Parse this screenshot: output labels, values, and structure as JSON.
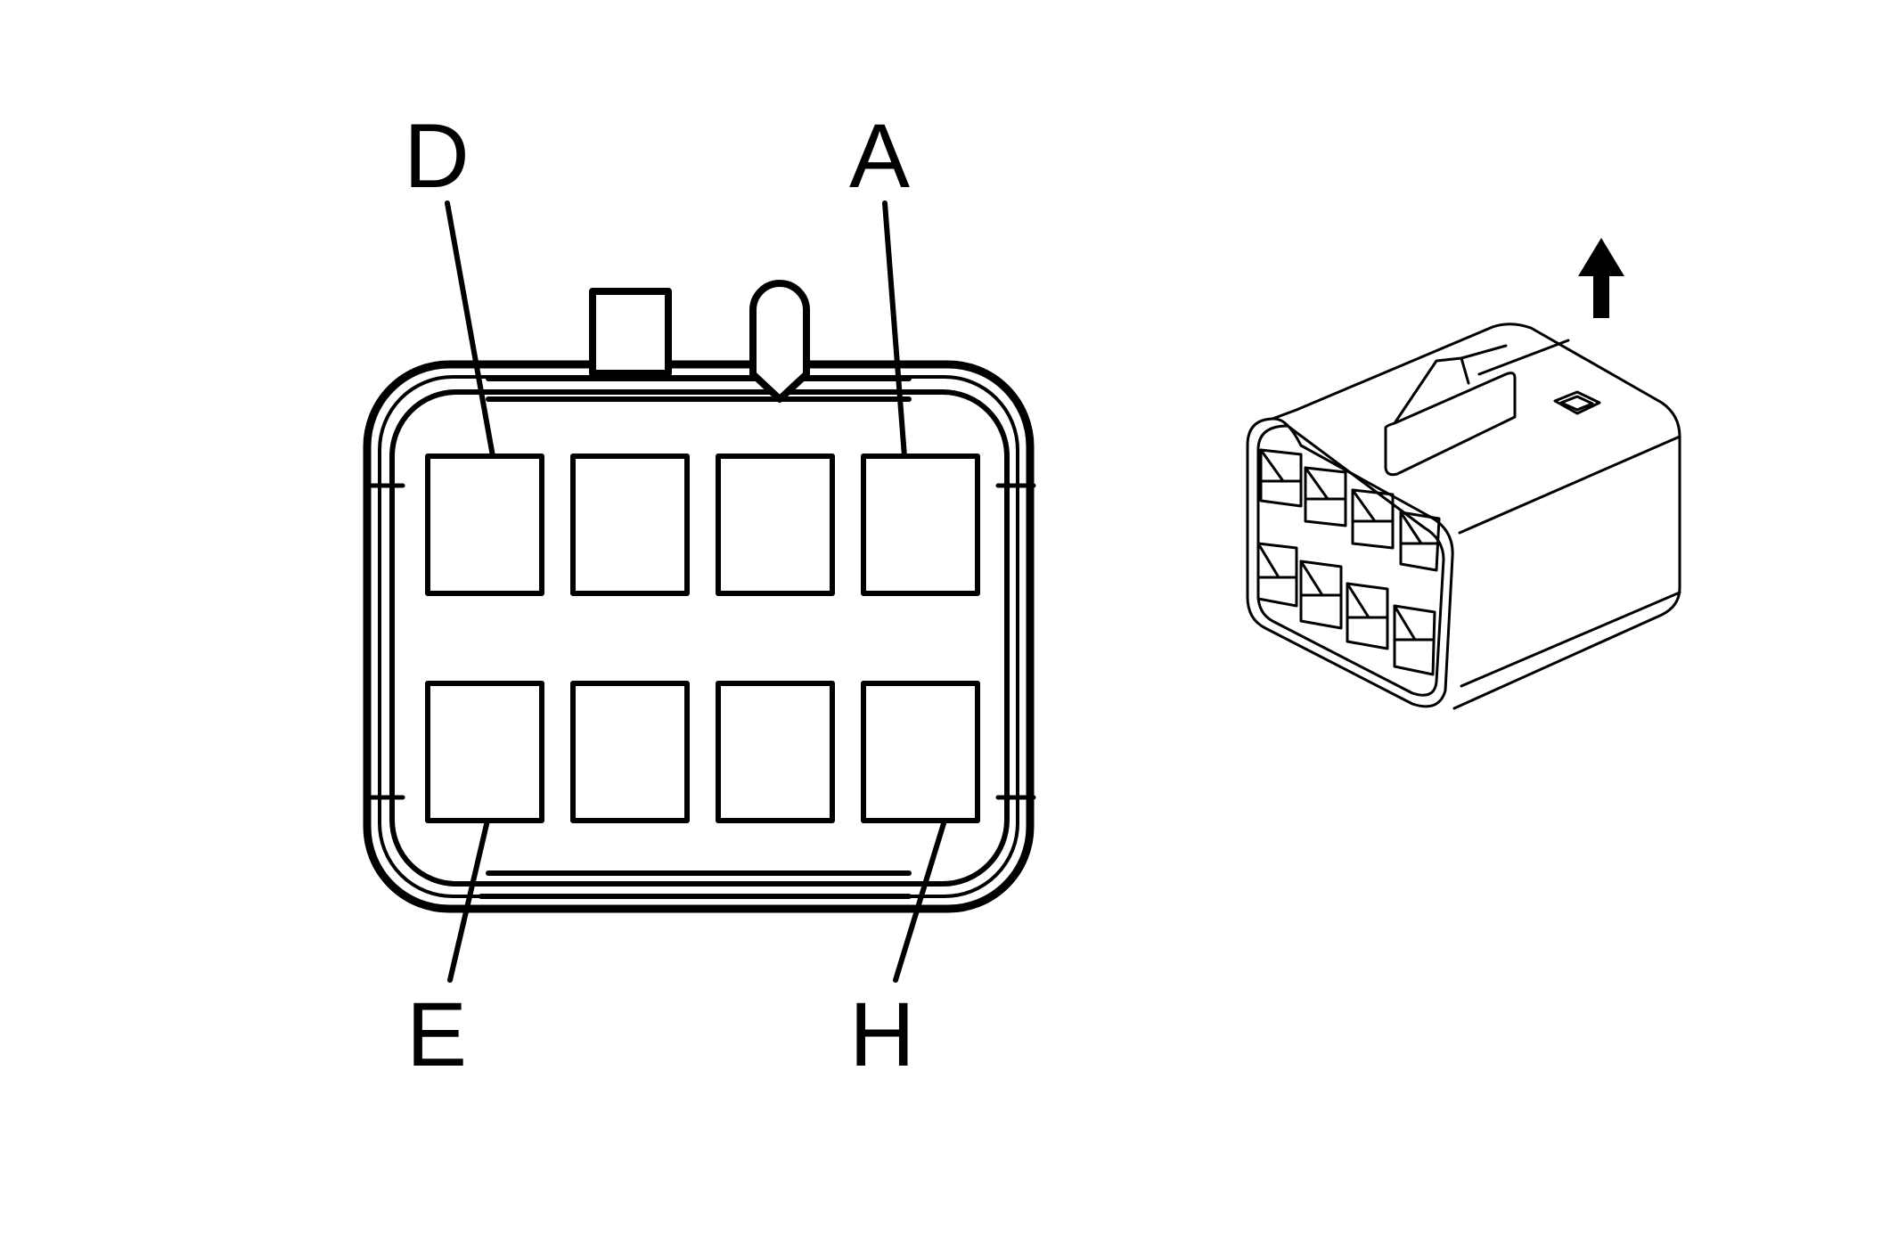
{
  "diagram": {
    "labels": {
      "d": "D",
      "a": "A",
      "e": "E",
      "h": "H"
    },
    "colors": {
      "stroke": "#000000",
      "background": "#ffffff"
    },
    "face_view": {
      "upper_cavity_count": 4,
      "lower_cavity_count": 4
    },
    "iso_view": {
      "cavity_count": 8,
      "arrow_icon": "arrow-up-icon"
    }
  }
}
